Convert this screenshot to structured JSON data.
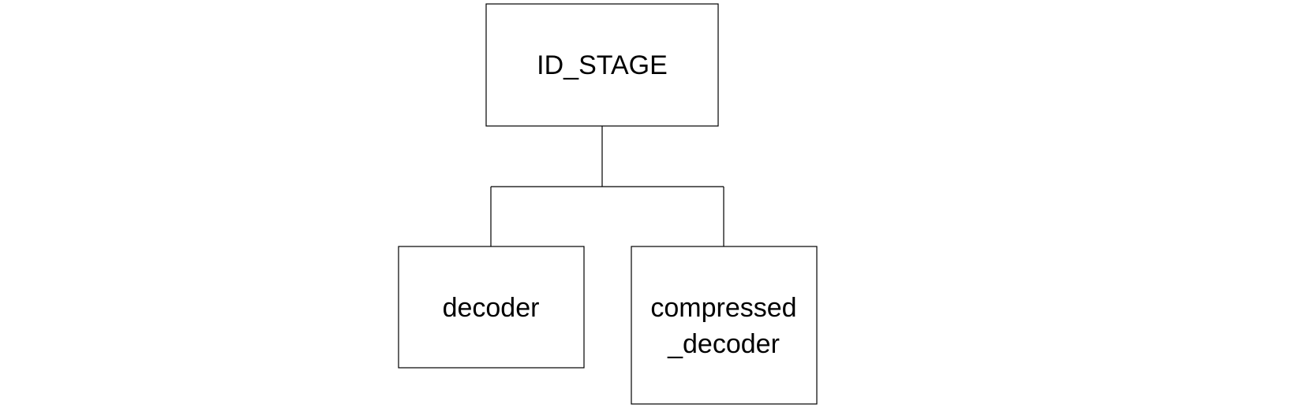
{
  "diagram": {
    "nodes": {
      "root": {
        "label": "ID_STAGE"
      },
      "child1": {
        "label": "decoder"
      },
      "child2": {
        "line1": "compressed",
        "line2": "_decoder"
      }
    },
    "edges": [
      {
        "from": "root",
        "to": "child1"
      },
      {
        "from": "root",
        "to": "child2"
      }
    ]
  }
}
